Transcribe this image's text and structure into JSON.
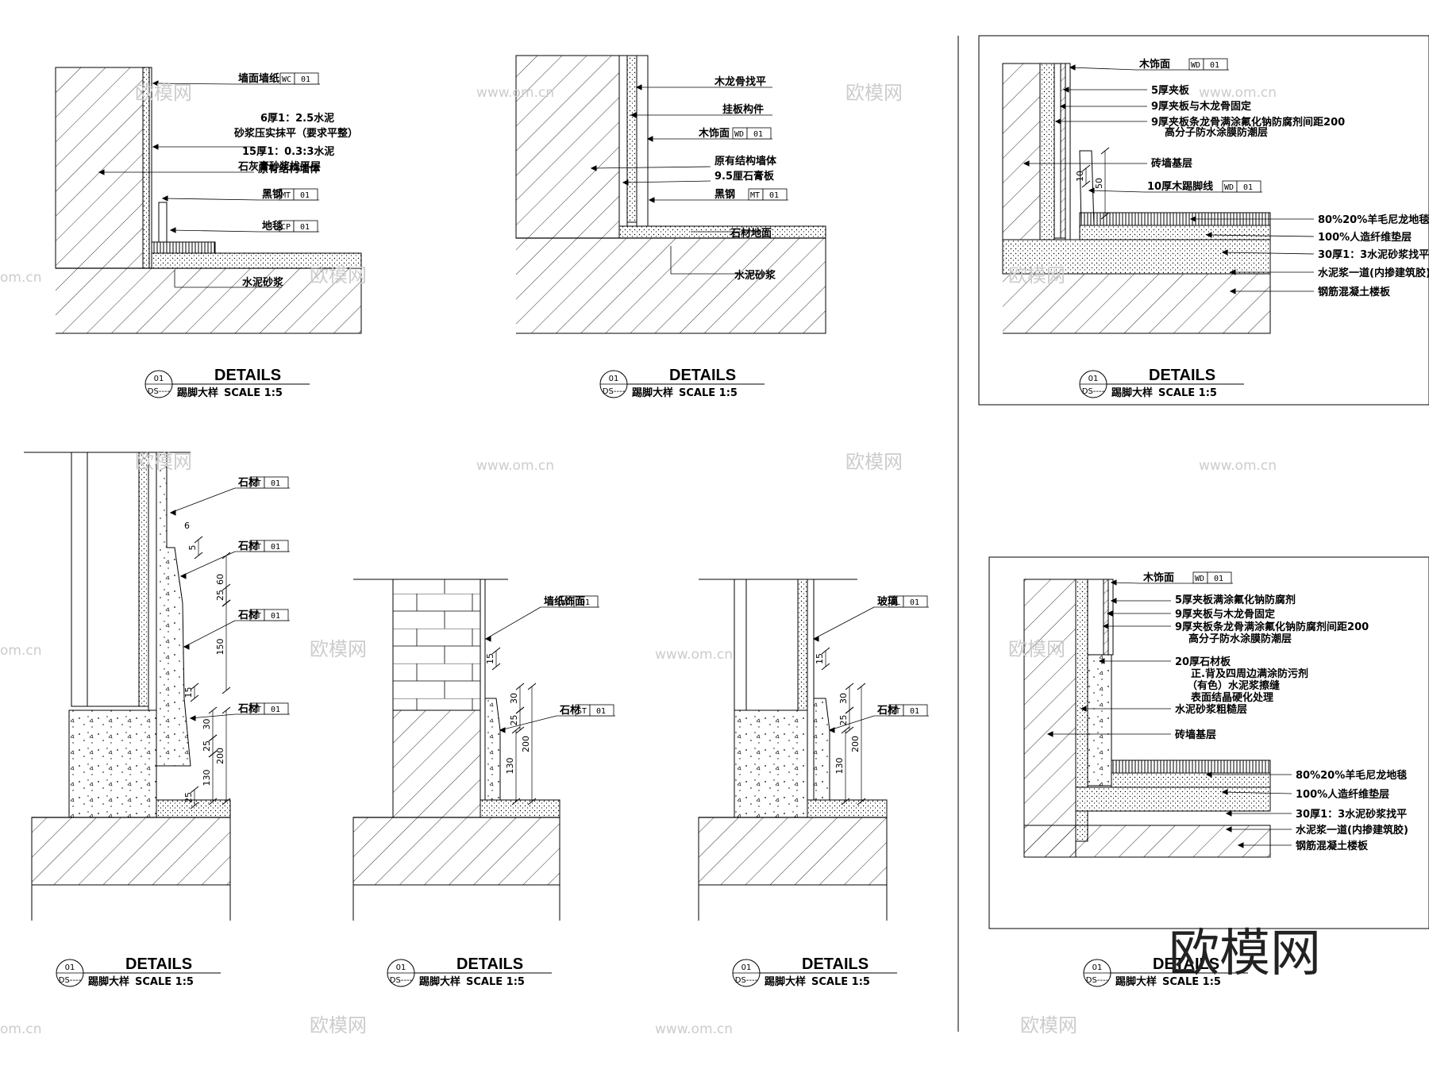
{
  "panels": [
    {
      "id": "p1",
      "title": "DETAILS",
      "subtitle": "踢脚大样",
      "scale": "SCALE  1:5",
      "circle_num": "01",
      "circle_code": "DS----",
      "labels": [
        {
          "text": "墙面墙纸",
          "code": "WC",
          "num": "01"
        },
        {
          "text": "6厚1：2.5水泥"
        },
        {
          "text": "砂浆压实抹平（要求平整）"
        },
        {
          "text": "15厚1：0.3:3水泥"
        },
        {
          "text": "石灰膏砂浆找平层"
        },
        {
          "text": "原有结构墙体"
        },
        {
          "text": "黑钢",
          "code": "MT",
          "num": "01"
        },
        {
          "text": "地毯",
          "code": "CP",
          "num": "01"
        },
        {
          "text": "水泥砂浆"
        }
      ]
    },
    {
      "id": "p2",
      "title": "DETAILS",
      "subtitle": "踢脚大样",
      "scale": "SCALE  1:5",
      "circle_num": "01",
      "circle_code": "DS----",
      "labels": [
        {
          "text": "木龙骨找平"
        },
        {
          "text": "挂板构件"
        },
        {
          "text": "木饰面",
          "code": "WD",
          "num": "01"
        },
        {
          "text": "原有结构墙体"
        },
        {
          "text": "9.5厘石膏板"
        },
        {
          "text": "黑钢",
          "code": "MT",
          "num": "01"
        },
        {
          "text": "石材地面"
        },
        {
          "text": "水泥砂浆"
        }
      ]
    },
    {
      "id": "p3",
      "title": "DETAILS",
      "subtitle": "踢脚大样",
      "scale": "SCALE  1:5",
      "circle_num": "01",
      "circle_code": "DS----",
      "labels": [
        {
          "text": "木饰面",
          "code": "WD",
          "num": "01"
        },
        {
          "text": "5厚夹板"
        },
        {
          "text": "9厚夹板与木龙骨固定"
        },
        {
          "text": "9厚夹板条龙骨满涂氟化钠防腐剂间距200"
        },
        {
          "text": "高分子防水涂膜防潮层"
        },
        {
          "text": "砖墙基层"
        },
        {
          "text": "10厚木踢脚线",
          "code": "WD",
          "num": "01"
        },
        {
          "text": "80%20%羊毛尼龙地毯"
        },
        {
          "text": "100%人造纤维垫层"
        },
        {
          "text": "30厚1：3水泥砂浆找平"
        },
        {
          "text": "水泥浆一道(内掺建筑胶)"
        },
        {
          "text": "钢筋混凝土楼板"
        }
      ],
      "dims": [
        "10",
        "50"
      ]
    },
    {
      "id": "p4",
      "title": "DETAILS",
      "subtitle": "踢脚大样",
      "scale": "SCALE  1:5",
      "circle_num": "01",
      "circle_code": "DS----",
      "labels": [
        {
          "text": "石材",
          "code": "ST",
          "num": "01"
        },
        {
          "text": "石材",
          "code": "ST",
          "num": "01"
        },
        {
          "text": "石材",
          "code": "ST",
          "num": "01"
        },
        {
          "text": "石材",
          "code": "ST",
          "num": "01"
        }
      ],
      "dims": [
        "5",
        "6",
        "60",
        "25",
        "150",
        "15",
        "30",
        "25",
        "200",
        "130",
        "25"
      ]
    },
    {
      "id": "p5",
      "title": "DETAILS",
      "subtitle": "踢脚大样",
      "scale": "SCALE  1:5",
      "circle_num": "01",
      "circle_code": "DS----",
      "labels": [
        {
          "text": "墙纸饰面",
          "code": "WC",
          "num": "01"
        },
        {
          "text": "石材",
          "code": "ST",
          "num": "01"
        }
      ],
      "dims": [
        "15",
        "30",
        "25",
        "200",
        "130"
      ]
    },
    {
      "id": "p6",
      "title": "DETAILS",
      "subtitle": "踢脚大样",
      "scale": "SCALE  1:5",
      "circle_num": "01",
      "circle_code": "DS----",
      "labels": [
        {
          "text": "玻璃",
          "code": "GL",
          "num": "01"
        },
        {
          "text": "石材",
          "code": "ST",
          "num": "01"
        }
      ],
      "dims": [
        "15",
        "30",
        "25",
        "200",
        "130"
      ]
    },
    {
      "id": "p7",
      "title": "DETAILS",
      "subtitle": "踢脚大样",
      "scale": "SCALE  1:5",
      "circle_num": "01",
      "circle_code": "DS----",
      "labels": [
        {
          "text": "木饰面",
          "code": "WD",
          "num": "01"
        },
        {
          "text": "5厚夹板满涂氟化钠防腐剂"
        },
        {
          "text": "9厚夹板与木龙骨固定"
        },
        {
          "text": "9厚夹板条龙骨满涂氟化钠防腐剂间距200"
        },
        {
          "text": "高分子防水涂膜防潮层"
        },
        {
          "text": "20厚石材板"
        },
        {
          "text": "正.背及四周边满涂防污剂"
        },
        {
          "text": "（有色）水泥浆擦缝"
        },
        {
          "text": "表面结晶硬化处理"
        },
        {
          "text": "水泥砂浆粗糙层"
        },
        {
          "text": "砖墙基层"
        },
        {
          "text": "80%20%羊毛尼龙地毯"
        },
        {
          "text": "100%人造纤维垫层"
        },
        {
          "text": "30厚1：3水泥砂浆找平"
        },
        {
          "text": "水泥浆一道(内掺建筑胶)"
        },
        {
          "text": "钢筋混凝土楼板"
        }
      ]
    }
  ],
  "watermarks": {
    "logo": "欧模网",
    "url": "www.om.cn",
    "partial": "om.cn"
  },
  "brand": "欧模网"
}
